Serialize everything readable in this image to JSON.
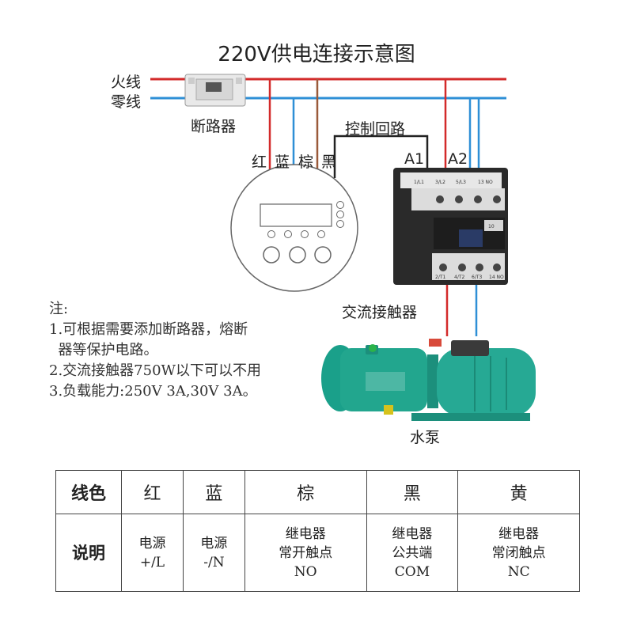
{
  "title": "220V供电连接示意图",
  "lines": {
    "live": "火线",
    "neutral": "零线",
    "breaker": "断路器",
    "control_loop": "控制回路",
    "a1": "A1",
    "a2": "A2",
    "contactor": "交流接触器",
    "pump": "水泵"
  },
  "wire_labels": [
    "红",
    "蓝",
    "棕",
    "黑"
  ],
  "contactor_terminals": {
    "top": [
      "1/L1",
      "3/L2",
      "5/L3",
      "13 NO"
    ],
    "bottom": [
      "2/T1",
      "4/T2",
      "6/T3",
      "14 NO"
    ],
    "aux": "10"
  },
  "notes": {
    "heading": "注:",
    "items": [
      "1.可根据需要添加断路器，熔断",
      "  器等保护电路。",
      "2.交流接触器750W以下可以不用",
      "3.负载能力:250V 3A,30V 3A。"
    ]
  },
  "table": {
    "row1_head": "线色",
    "row2_head": "说明",
    "colors": [
      "红",
      "蓝",
      "棕",
      "黑",
      "黄"
    ],
    "descriptions": [
      [
        "电源",
        "+/L"
      ],
      [
        "电源",
        "-/N"
      ],
      [
        "继电器",
        "常开触点",
        "NO"
      ],
      [
        "继电器",
        "公共端",
        "COM"
      ],
      [
        "继电器",
        "常闭触点",
        "NC"
      ]
    ]
  },
  "colors": {
    "live_wire": "#d32a2a",
    "neutral_wire": "#2e8fd6",
    "brown_wire": "#9a5a3a",
    "black_wire": "#222222",
    "pump_green": "#1f9e86"
  }
}
